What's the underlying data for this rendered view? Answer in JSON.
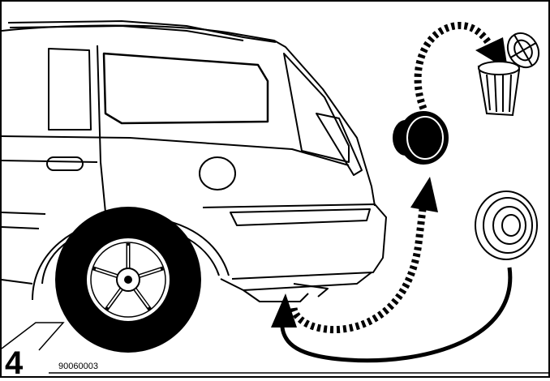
{
  "figure": {
    "step_number": "4",
    "reference_code": "90060003"
  },
  "icons": {
    "car": "estate-car-rear-quarter",
    "wheel": "alloy-wheel",
    "plug_removed": "black-rubber-plug",
    "plug_new": "new-grommet-plug",
    "bin": "waste-bin-icon"
  }
}
